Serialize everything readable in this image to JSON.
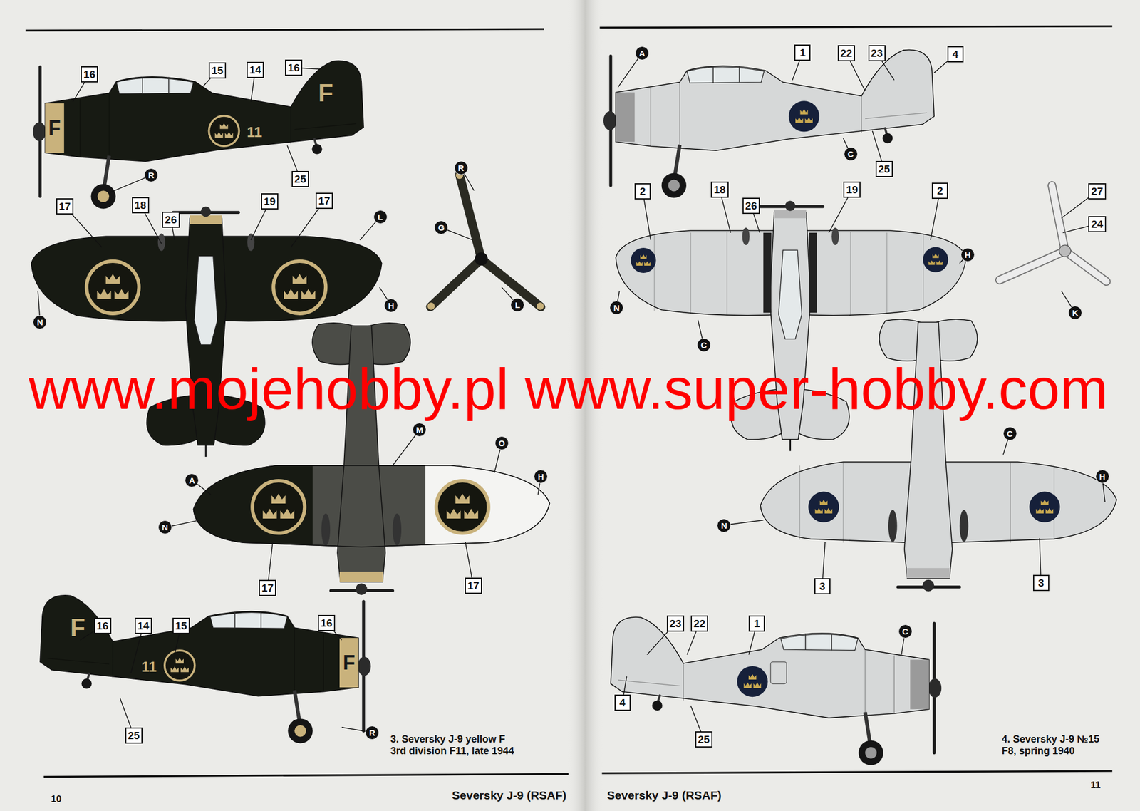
{
  "diagram": {
    "nodes": [
      {
        "text": [
          "16"
        ]
      },
      {
        "text": [
          "15"
        ]
      },
      {
        "text": [
          "14"
        ]
      },
      {
        "text": [
          "16"
        ]
      },
      {
        "text": [
          "R"
        ]
      },
      {
        "text": [
          "25"
        ]
      },
      {
        "text": [
          "17"
        ]
      },
      {
        "text": [
          "18"
        ]
      },
      {
        "text": [
          "19"
        ]
      },
      {
        "text": [
          "17"
        ]
      },
      {
        "text": [
          "L"
        ]
      },
      {
        "text": [
          "26"
        ]
      },
      {
        "text": [
          "R"
        ]
      },
      {
        "text": [
          "G"
        ]
      },
      {
        "text": [
          "L"
        ]
      },
      {
        "text": [
          "H"
        ]
      },
      {
        "text": [
          "N"
        ]
      },
      {
        "text": [
          "M"
        ]
      },
      {
        "text": [
          "O"
        ]
      },
      {
        "text": [
          "A"
        ]
      },
      {
        "text": [
          "H"
        ]
      },
      {
        "text": [
          "N"
        ]
      },
      {
        "text": [
          "17"
        ]
      },
      {
        "text": [
          "17"
        ]
      },
      {
        "text": [
          "16"
        ]
      },
      {
        "text": [
          "14"
        ]
      },
      {
        "text": [
          "15"
        ]
      },
      {
        "text": [
          "16"
        ]
      },
      {
        "text": [
          "R"
        ]
      },
      {
        "text": [
          "25"
        ]
      },
      {
        "text": [
          "A"
        ]
      },
      {
        "text": [
          "1"
        ]
      },
      {
        "text": [
          "22"
        ]
      },
      {
        "text": [
          "23"
        ]
      },
      {
        "text": [
          "4"
        ]
      },
      {
        "text": [
          "C"
        ]
      },
      {
        "text": [
          "25"
        ]
      },
      {
        "text": [
          "2"
        ]
      },
      {
        "text": [
          "18"
        ]
      },
      {
        "text": [
          "19"
        ]
      },
      {
        "text": [
          "2"
        ]
      },
      {
        "text": [
          "27"
        ]
      },
      {
        "text": [
          "26"
        ]
      },
      {
        "text": [
          "24"
        ]
      },
      {
        "text": [
          "H"
        ]
      },
      {
        "text": [
          "N"
        ]
      },
      {
        "text": [
          "K"
        ]
      },
      {
        "text": [
          "C"
        ]
      },
      {
        "text": [
          "C"
        ]
      },
      {
        "text": [
          "H"
        ]
      },
      {
        "text": [
          "N"
        ]
      },
      {
        "text": [
          "3"
        ]
      },
      {
        "text": [
          "3"
        ]
      },
      {
        "text": [
          "23"
        ]
      },
      {
        "text": [
          "22"
        ]
      },
      {
        "text": [
          "1"
        ]
      },
      {
        "text": [
          "C"
        ]
      },
      {
        "text": [
          "4"
        ]
      },
      {
        "text": [
          "25"
        ]
      }
    ],
    "labels": [
      "F",
      "11",
      "F",
      "www.mojehobby.pl www.super-hobby.com",
      "F",
      "11",
      "F",
      "3. Seversky J-9 yellow F 3rd division F11, late 1944",
      "Seversky J-9 (RSAF)",
      "10",
      "4. Seversky J-9 №15 F8, spring 1940",
      "Seversky J-9 (RSAF)",
      "11"
    ]
  }
}
